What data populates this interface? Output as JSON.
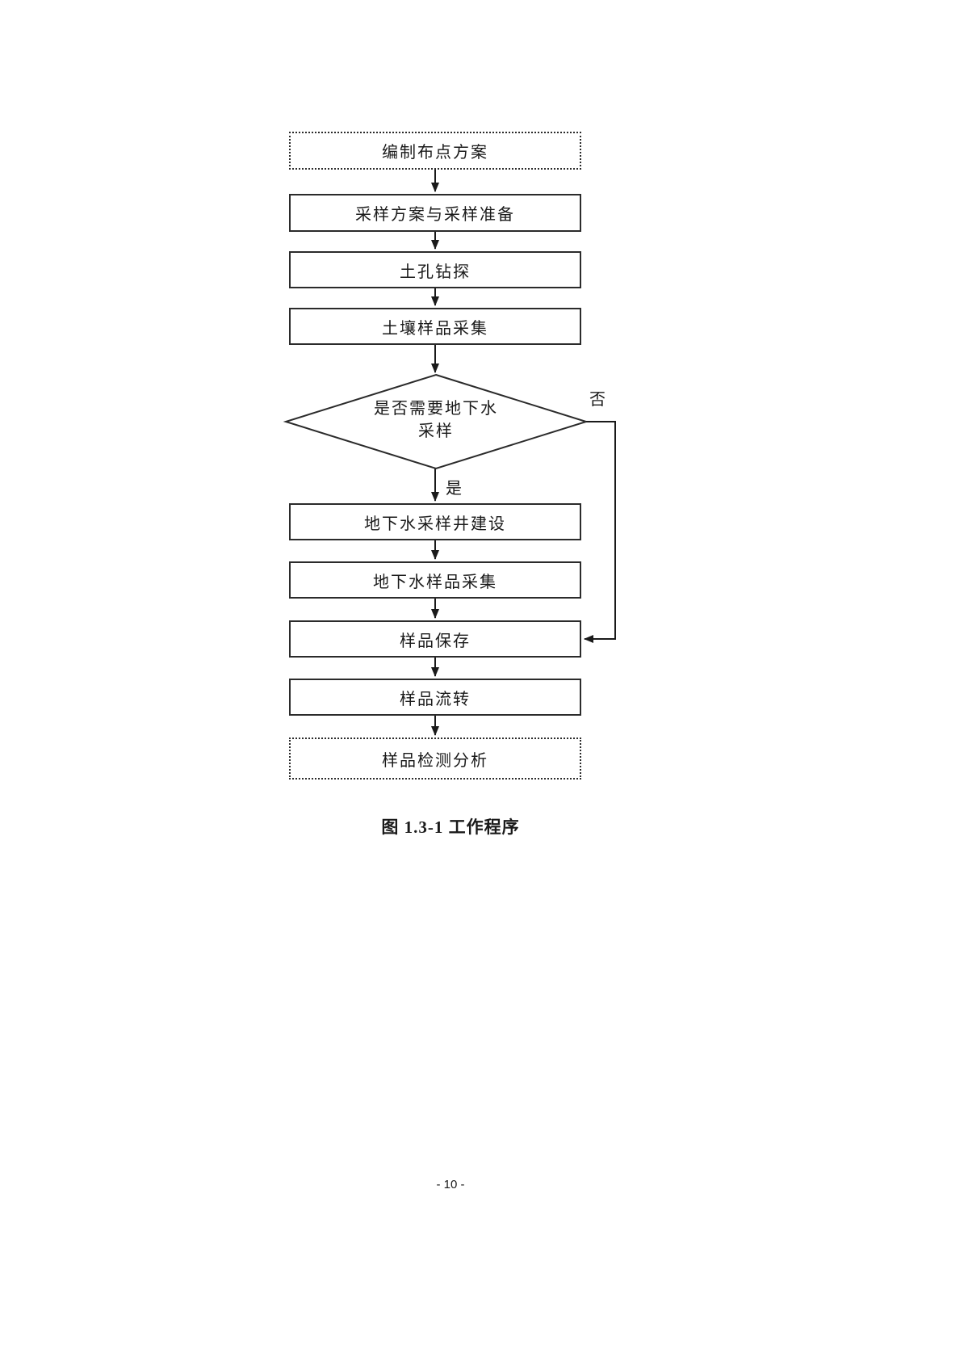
{
  "page": {
    "caption": "图 1.3-1 工作程序",
    "page_number": "- 10 -"
  },
  "flowchart": {
    "nodes": [
      {
        "label": "编制布点方案",
        "style": "dotted"
      },
      {
        "label": "采样方案与采样准备",
        "style": "solid"
      },
      {
        "label": "土孔钻探",
        "style": "solid"
      },
      {
        "label": "土壤样品采集",
        "style": "solid"
      },
      {
        "label": "地下水采样井建设",
        "style": "solid"
      },
      {
        "label": "地下水样品采集",
        "style": "solid"
      },
      {
        "label": "样品保存",
        "style": "solid"
      },
      {
        "label": "样品流转",
        "style": "solid"
      },
      {
        "label": "样品检测分析",
        "style": "dotted"
      }
    ],
    "decision": {
      "label": "是否需要地下水\n采样",
      "yes_label": "是",
      "no_label": "否"
    }
  }
}
